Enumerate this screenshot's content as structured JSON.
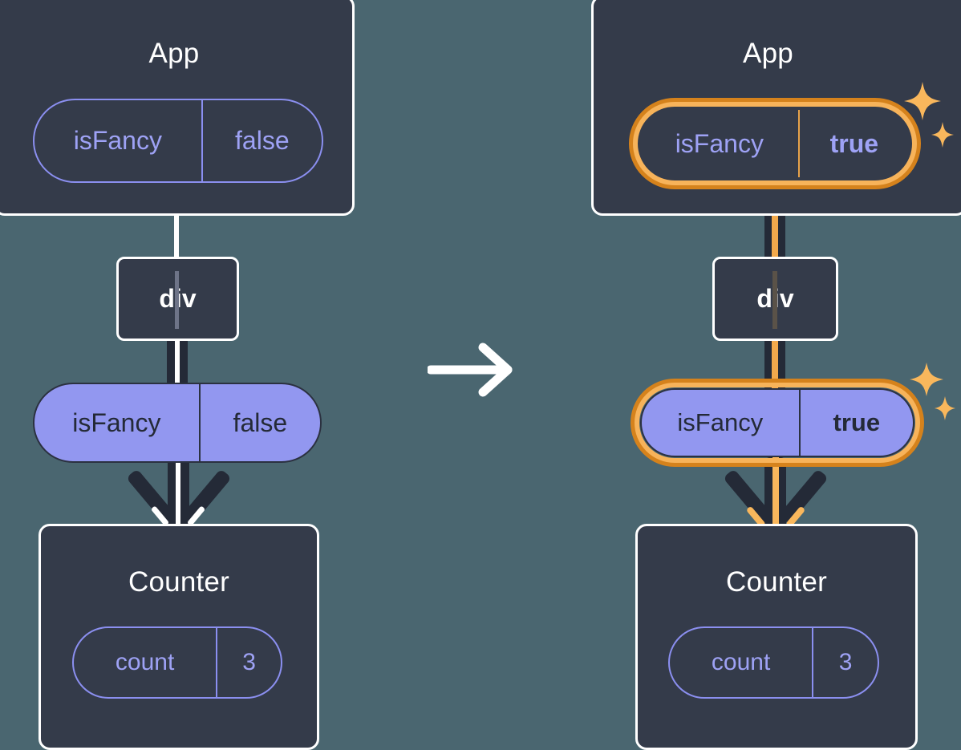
{
  "diagram": {
    "type": "state-propagation",
    "background_color": "#4a6670",
    "accent_color": "#f2a94c",
    "accent_dark_color": "#d5821c",
    "state_pill_color": "#9297f0",
    "card_color": "#343b4a",
    "transition_icon": "arrow-right-icon",
    "sparkle_icon": "sparkle-icon"
  },
  "panels": [
    {
      "id": "before",
      "app": {
        "title": "App",
        "state": {
          "name": "isFancy",
          "value": "false",
          "highlighted": false,
          "bold_value": false
        }
      },
      "dom": {
        "label": "div"
      },
      "prop": {
        "name": "isFancy",
        "value": "false",
        "highlighted": false,
        "bold_value": false
      },
      "child": {
        "title": "Counter",
        "state": {
          "name": "count",
          "value": "3",
          "highlighted": false,
          "bold_value": false
        }
      }
    },
    {
      "id": "after",
      "app": {
        "title": "App",
        "state": {
          "name": "isFancy",
          "value": "true",
          "highlighted": true,
          "bold_value": true
        }
      },
      "dom": {
        "label": "div"
      },
      "prop": {
        "name": "isFancy",
        "value": "true",
        "highlighted": true,
        "bold_value": true
      },
      "child": {
        "title": "Counter",
        "state": {
          "name": "count",
          "value": "3",
          "highlighted": false,
          "bold_value": false
        }
      }
    }
  ]
}
